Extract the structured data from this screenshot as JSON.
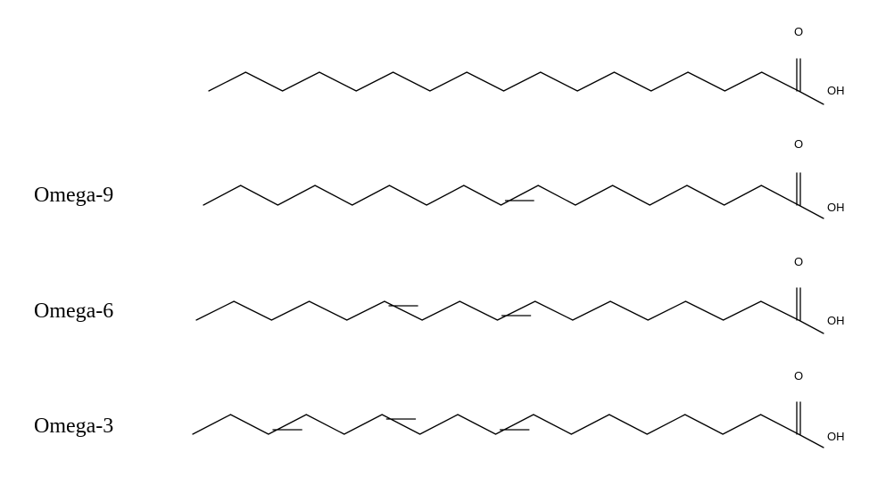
{
  "molecules": [
    {
      "label": "",
      "name": "saturated-fatty-acid",
      "double_bonds_at_bond_index": [],
      "oxygen": "O",
      "hydroxyl": "OH"
    },
    {
      "label": "Omega-9",
      "name": "omega-9-fatty-acid",
      "double_bonds_at_bond_index": [
        8
      ],
      "oxygen": "O",
      "hydroxyl": "OH"
    },
    {
      "label": "Omega-6",
      "name": "omega-6-fatty-acid",
      "double_bonds_at_bond_index": [
        5,
        8
      ],
      "oxygen": "O",
      "hydroxyl": "OH"
    },
    {
      "label": "Omega-3",
      "name": "omega-3-fatty-acid",
      "double_bonds_at_bond_index": [
        2,
        5,
        8
      ],
      "oxygen": "O",
      "hydroxyl": "OH"
    }
  ]
}
